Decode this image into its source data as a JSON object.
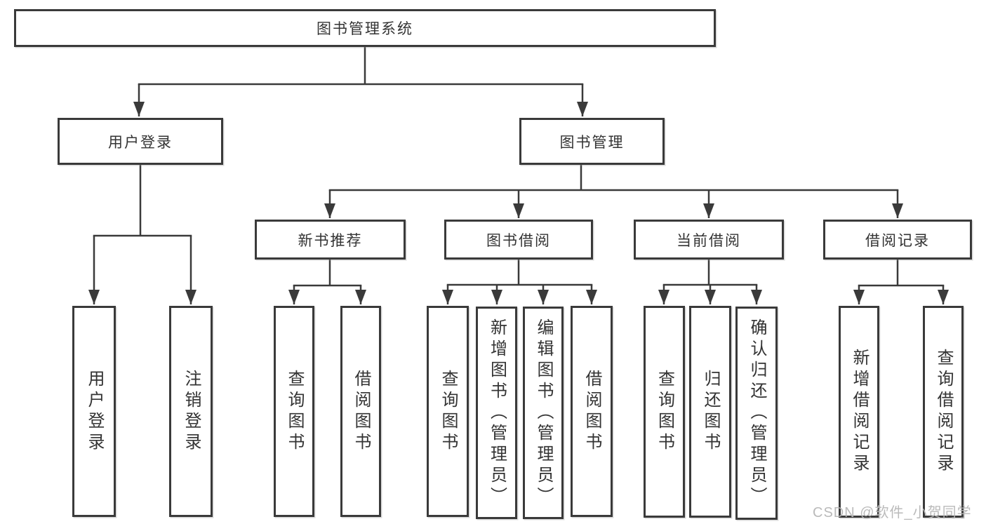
{
  "tree": {
    "root": "图书管理系统",
    "branches": [
      {
        "label": "用户登录",
        "leaves": [
          "用户登录",
          "注销登录"
        ]
      },
      {
        "label": "图书管理",
        "children": [
          {
            "label": "新书推荐",
            "leaves": [
              "查询图书",
              "借阅图书"
            ]
          },
          {
            "label": "图书借阅",
            "leaves": [
              "查询图书",
              "新增图书（管理员）",
              "编辑图书（管理员）",
              "借阅图书"
            ]
          },
          {
            "label": "当前借阅",
            "leaves": [
              "查询图书",
              "归还图书",
              "确认归还（管理员）"
            ]
          },
          {
            "label": "借阅记录",
            "leaves": [
              "新增借阅记录",
              "查询借阅记录"
            ]
          }
        ]
      }
    ]
  },
  "watermark": "CSDN @软件_小贺同学",
  "colors": {
    "line": "#3a3a3a",
    "text": "#333333",
    "box_fill": "#ffffff",
    "watermark": "#b6b6b6",
    "background": "#ffffff"
  }
}
